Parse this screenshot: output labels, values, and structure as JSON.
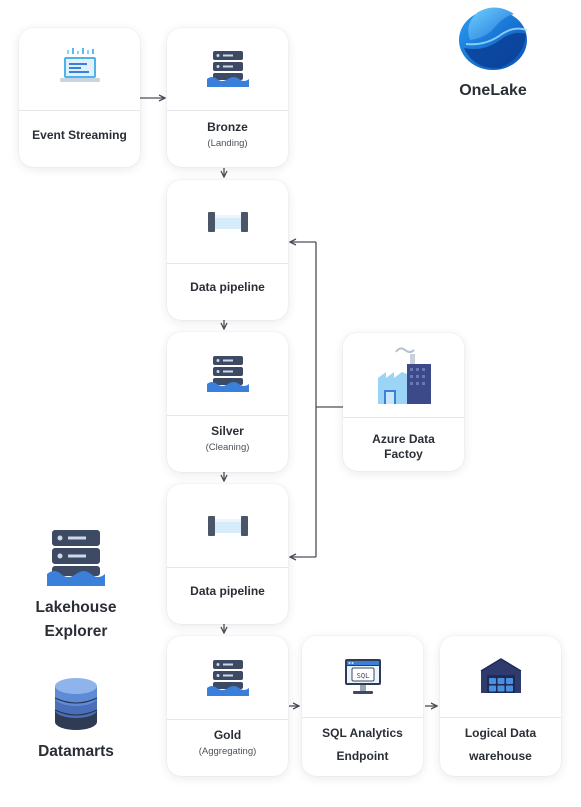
{
  "brand": {
    "title": "OneLake",
    "icon": "onelake-logo-icon"
  },
  "nodes": {
    "event_streaming": {
      "label": "Event Streaming",
      "icon": "monitor-streaming-icon"
    },
    "bronze": {
      "label": "Bronze",
      "sub": "(Landing)",
      "icon": "server-lake-icon"
    },
    "pipeline_top": {
      "label": "Data pipeline",
      "icon": "pipe-icon"
    },
    "silver": {
      "label": "Silver",
      "sub": "(Cleaning)",
      "icon": "server-lake-icon"
    },
    "pipeline_bottom": {
      "label": "Data pipeline",
      "icon": "pipe-icon"
    },
    "gold": {
      "label": "Gold",
      "sub": "(Aggregating)",
      "icon": "server-lake-icon"
    },
    "azure_data_factory": {
      "label_line1": "Azure Data",
      "label_line2": "Factoy",
      "icon": "factory-icon"
    },
    "sql_endpoint": {
      "label_line1": "SQL Analytics",
      "label_line2": "Endpoint",
      "icon": "sql-monitor-icon",
      "screen_text": "SQL"
    },
    "logical_dw": {
      "label_line1": "Logical Data",
      "label_line2": "warehouse",
      "icon": "warehouse-icon"
    }
  },
  "side": {
    "lakehouse_explorer": {
      "line1": "Lakehouse",
      "line2": "Explorer",
      "icon": "server-lake-icon"
    },
    "datamarts": {
      "label": "Datamarts",
      "icon": "database-icon"
    }
  },
  "colors": {
    "server_dark": "#3d4a63",
    "water": "#3a7fd9",
    "arrow": "#4a4f57",
    "pipe_glass": "#d6ecfb",
    "accent_blue": "#1e73d8"
  }
}
